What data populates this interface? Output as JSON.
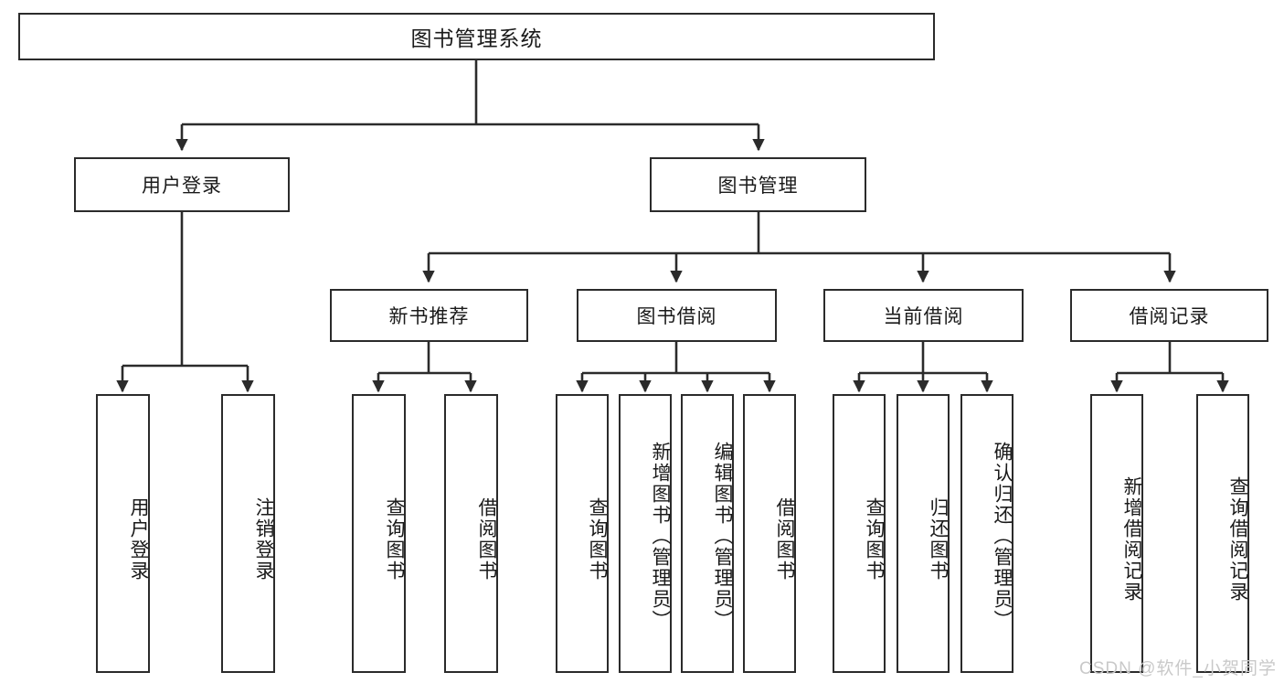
{
  "diagram": {
    "type": "hierarchy-tree",
    "title": "图书管理系统",
    "watermark": "CSDN @软件_小贺同学",
    "colors": {
      "box_border": "#2b2b2b",
      "box_fill": "#ffffff",
      "connector": "#2b2b2b",
      "text": "#1a1a1a",
      "watermark": "#c9c9c9"
    },
    "root": {
      "label": "图书管理系统"
    },
    "level2": [
      {
        "id": "user-login",
        "label": "用户登录"
      },
      {
        "id": "book-management",
        "label": "图书管理"
      }
    ],
    "level3": [
      {
        "id": "new-book-recommend",
        "label": "新书推荐"
      },
      {
        "id": "book-borrow",
        "label": "图书借阅"
      },
      {
        "id": "current-borrow",
        "label": "当前借阅"
      },
      {
        "id": "borrow-record",
        "label": "借阅记录"
      }
    ],
    "leaves": {
      "user-login": [
        {
          "id": "leaf-user-login",
          "label": "用户登录"
        },
        {
          "id": "leaf-logout-login",
          "label": "注销登录"
        }
      ],
      "new-book-recommend": [
        {
          "id": "leaf-query-book-1",
          "label": "查询图书"
        },
        {
          "id": "leaf-borrow-book-1",
          "label": "借阅图书"
        }
      ],
      "book-borrow": [
        {
          "id": "leaf-query-book-2",
          "label": "查询图书"
        },
        {
          "id": "leaf-add-book-admin",
          "label": "新增图书（管理员）"
        },
        {
          "id": "leaf-edit-book-admin",
          "label": "编辑图书（管理员）"
        },
        {
          "id": "leaf-borrow-book-2",
          "label": "借阅图书"
        }
      ],
      "current-borrow": [
        {
          "id": "leaf-query-book-3",
          "label": "查询图书"
        },
        {
          "id": "leaf-return-book",
          "label": "归还图书"
        },
        {
          "id": "leaf-confirm-return-admin",
          "label": "确认归还（管理员）"
        }
      ],
      "borrow-record": [
        {
          "id": "leaf-add-borrow-record",
          "label": "新增借阅记录"
        },
        {
          "id": "leaf-query-borrow-record",
          "label": "查询借阅记录"
        }
      ]
    }
  }
}
